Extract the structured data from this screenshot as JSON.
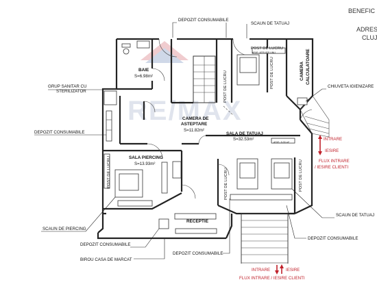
{
  "header": {
    "benefic": "BENEFIC",
    "adres": "ADRES",
    "cluj": "CLUJ"
  },
  "watermark": "RE/MAX",
  "rooms": {
    "baie": "BAIE",
    "baie_area": "S=6.98m²",
    "camera_asteptare_1": "CAMERA DE",
    "camera_asteptare_2": "ASTEPTARE",
    "camera_asteptare_area": "S=11.82m²",
    "sala_tatuaj": "SALA DE TATUAJ",
    "sala_tatuaj_area": "S=32.53m²",
    "sala_piercing": "SALA PIERCING",
    "sala_piercing_area": "S=13.93m²",
    "receptie": "RECEPTIE",
    "camera_calculatoare_1": "CAMERA",
    "camera_calculatoare_2": "CALCULATOARE"
  },
  "workstations": {
    "post_1": "POST DE LUCRU",
    "post_2": "POST DE LUCRU",
    "post_3": "POST DE LUCRU",
    "post_4": "POST DE LUCRU",
    "post_5": "POST DE LUCRU",
    "post_6": "POST DE LUCRU"
  },
  "furniture_notes": {
    "note_a": "ASIG. ATELIER UNU",
    "note_b": "ASIG. 6.00 m²"
  },
  "callouts": {
    "depozit_top": "DEPOZIT CONSUMABILE",
    "scaun_tatuaj_top": "SCAUN DE TATUAJ",
    "grup_sanitar_1": "GRUP SANITAR CU",
    "grup_sanitar_2": "STERILIZATOR",
    "chiuveta": "CHIUVETA IGIENIZARE",
    "depozit_left": "DEPOZIT CONSUMABILE",
    "scaun_piercing": "SCAUN DE PIERCING",
    "scaun_tatuaj_right": "SCAUN DE TATUAJ",
    "depozit_bottom_left": "DEPOZIT CONSUMABILE",
    "depozit_bottom_mid": "DEPOZIT CONSUMABILE",
    "depozit_bottom_right": "DEPOZIT CONSUMABILE",
    "birou": "BIROU CASA DE MARCAT"
  },
  "flow_right": {
    "intrare": "INTRARE",
    "iesire": "IESIRE",
    "flux_1": "FLUX INTRARE",
    "flux_2": "/ IESIRE CLIENTI"
  },
  "flow_bottom": {
    "intrare": "INTRARE",
    "iesire": "IESIRE",
    "flux": "FLUX INTRARE / IESIRE CLIENTI"
  },
  "colors": {
    "flow_red": "#c0202a",
    "wall": "#222222",
    "watermark_red": "#e5a3a8",
    "watermark_blue": "#a9b9d6"
  }
}
